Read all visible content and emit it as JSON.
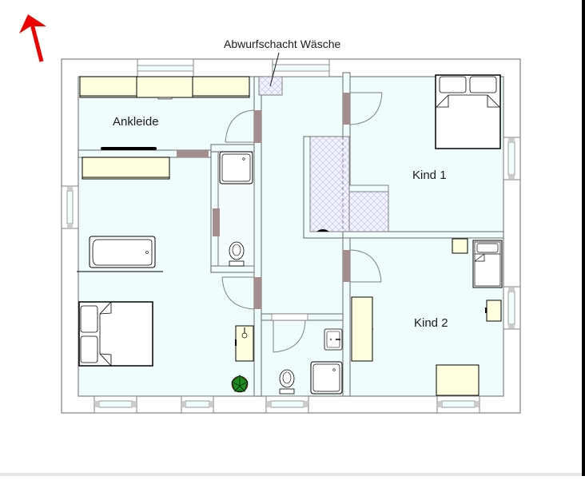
{
  "plan": {
    "type": "floor-plan",
    "north_arrow": {
      "icon": "north-arrow-icon",
      "color": "#ee0000"
    },
    "colors": {
      "floor": "#f0fdfd",
      "wall": "#808080",
      "door_leaf": "#a58d8d",
      "furniture": "#ffffe0",
      "sanitary": "#ffffff",
      "window_glass": "#f0fdfd",
      "window_frame": "#cccccc",
      "hatch": "#c8c8f0",
      "plant_leaf": "#1e8c1e",
      "plant_pot": "#b4501e"
    },
    "callouts": [
      {
        "label": "Abwurfschacht Wäsche"
      }
    ],
    "rooms": [
      {
        "id": "ankleide",
        "label": "Ankleide"
      },
      {
        "id": "kind1",
        "label": "Kind 1"
      },
      {
        "id": "kind2",
        "label": "Kind 2"
      },
      {
        "id": "eltern",
        "label": ""
      },
      {
        "id": "flur",
        "label": ""
      },
      {
        "id": "wc",
        "label": ""
      },
      {
        "id": "bad",
        "label": ""
      }
    ],
    "furniture": [
      "double-bed-kind1",
      "double-bed-parents",
      "single-bed-kind2",
      "bathtub",
      "shower-wc",
      "shower-bad",
      "toilet-wc",
      "toilet-bad",
      "sink-bad",
      "wardrobe-ankleide",
      "wardrobe-bedroom",
      "desk-kind2",
      "wardrobe-kind2",
      "nightstand-kind2",
      "chair-kind2",
      "vanity-bedroom",
      "plant",
      "laundry-chute",
      "stairwell"
    ]
  }
}
